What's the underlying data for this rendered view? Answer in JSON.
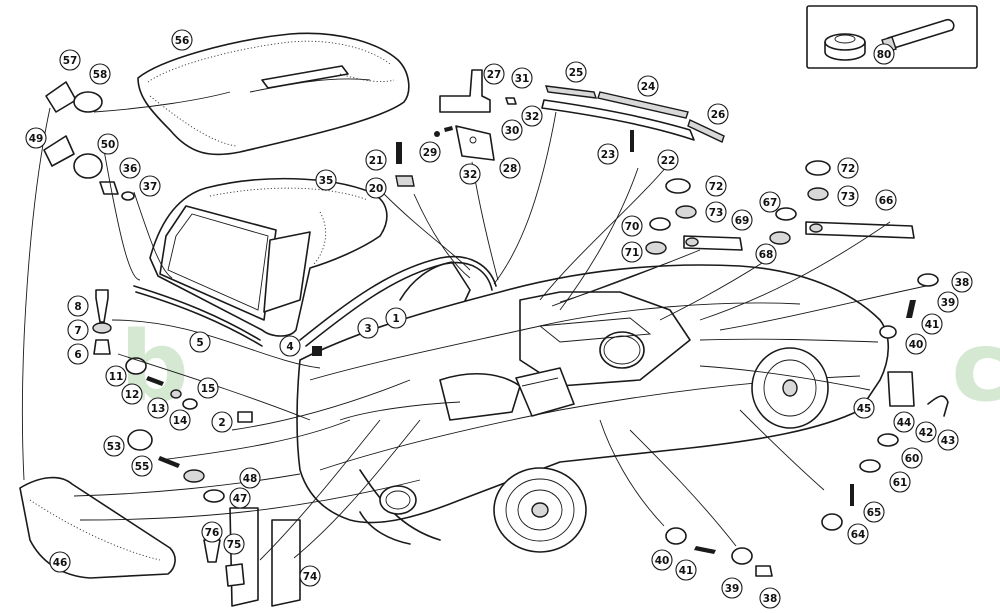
{
  "watermark": "b e c s . c h",
  "callouts": [
    "1",
    "2",
    "3",
    "4",
    "5",
    "6",
    "7",
    "8",
    "11",
    "12",
    "13",
    "14",
    "15",
    "20",
    "21",
    "22",
    "23",
    "24",
    "25",
    "26",
    "27",
    "28",
    "29",
    "30",
    "31",
    "32",
    "32",
    "35",
    "36",
    "37",
    "38",
    "38",
    "39",
    "39",
    "40",
    "40",
    "41",
    "41",
    "42",
    "43",
    "44",
    "45",
    "46",
    "47",
    "48",
    "49",
    "50",
    "53",
    "55",
    "56",
    "57",
    "58",
    "60",
    "61",
    "64",
    "65",
    "66",
    "67",
    "68",
    "69",
    "70",
    "71",
    "72",
    "72",
    "73",
    "73",
    "74",
    "75",
    "76",
    "80"
  ]
}
